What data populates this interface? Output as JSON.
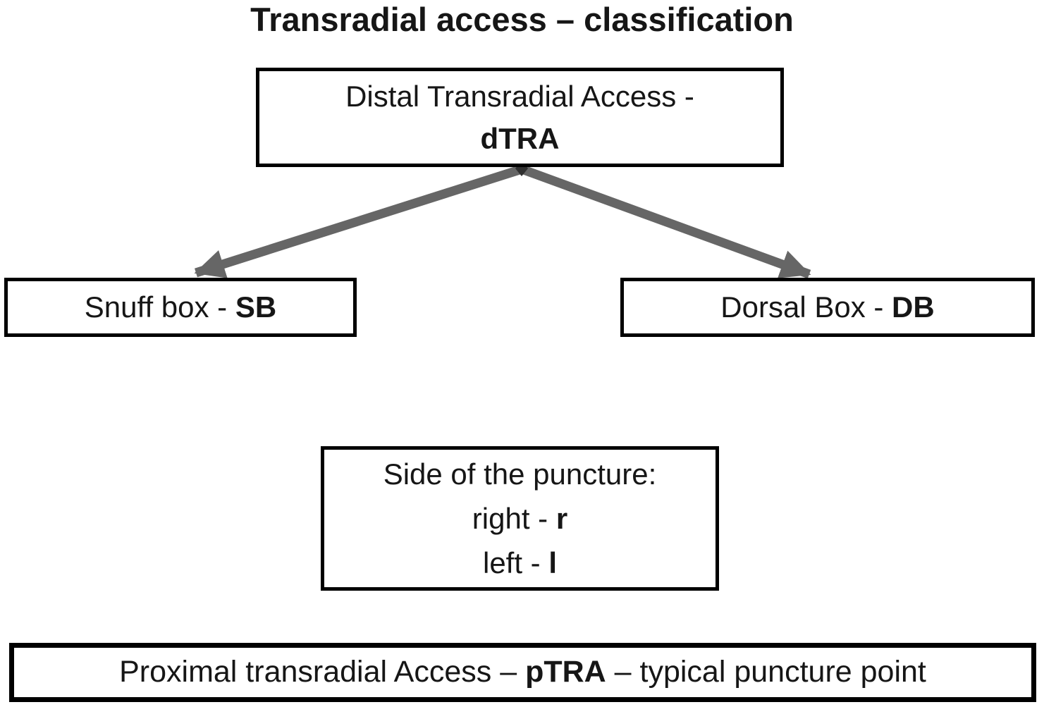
{
  "title": "Transradial access – classification",
  "nodes": {
    "dtra": {
      "line1": "Distal Transradial Access -",
      "abbr": "dTRA"
    },
    "snuff_box": {
      "label": "Snuff box - ",
      "abbr": "SB"
    },
    "dorsal_box": {
      "label": "Dorsal Box - ",
      "abbr": "DB"
    },
    "puncture_side": {
      "line1": "Side of the puncture:",
      "right_label": "right  - ",
      "right_abbr": "r",
      "left_label": "left - ",
      "left_abbr": "l"
    },
    "ptra": {
      "pre": "Proximal transradial Access – ",
      "abbr": "pTRA",
      "post": " – typical puncture point"
    }
  },
  "colors": {
    "background": "#ffffff",
    "box_border": "#000000",
    "text": "#161616",
    "arrow": "#666666"
  }
}
